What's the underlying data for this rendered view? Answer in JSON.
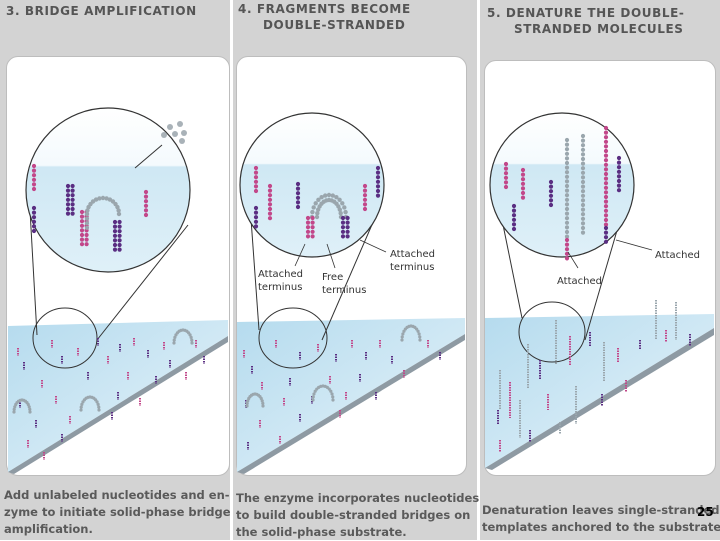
{
  "panels": [
    {
      "title_line1": "3.  BRIDGE AMPLIFICATION",
      "title_line2": "",
      "caption_line1": "Add unlabeled nucleotides and en-",
      "caption_line2": "zyme to initiate solid-phase bridge",
      "caption_line3": "amplification.",
      "labels": []
    },
    {
      "title_line1": "4.  FRAGMENTS BECOME",
      "title_line2": "DOUBLE-STRANDED",
      "caption_line1": "The enzyme incorporates nucleotides",
      "caption_line2": "to build double-stranded bridges on",
      "caption_line3": "the solid-phase substrate.",
      "labels": [
        "Attached",
        "terminus",
        "Free",
        "terminus",
        "Attached",
        "terminus"
      ]
    },
    {
      "title_line1": "5.  DENATURE THE DOUBLE-",
      "title_line2": "STRANDED MOLECULES",
      "caption_line1": "Denaturation leaves single-stranded",
      "caption_line2": "templates anchored to the substrate",
      "caption_line3": "",
      "labels": [
        "Attached",
        "Attached"
      ]
    }
  ],
  "page_number": "25",
  "colors": {
    "panel_bg": "#d3d3d3",
    "card_bg": "#ffffff",
    "lawn_light": "#e8f4fa",
    "lawn_mid": "#b5dbee",
    "lawn_edge": "#8e9aa3",
    "strand_pink": "#c2478a",
    "strand_purple": "#5a2e82",
    "strand_gray": "#9aa6ad"
  }
}
